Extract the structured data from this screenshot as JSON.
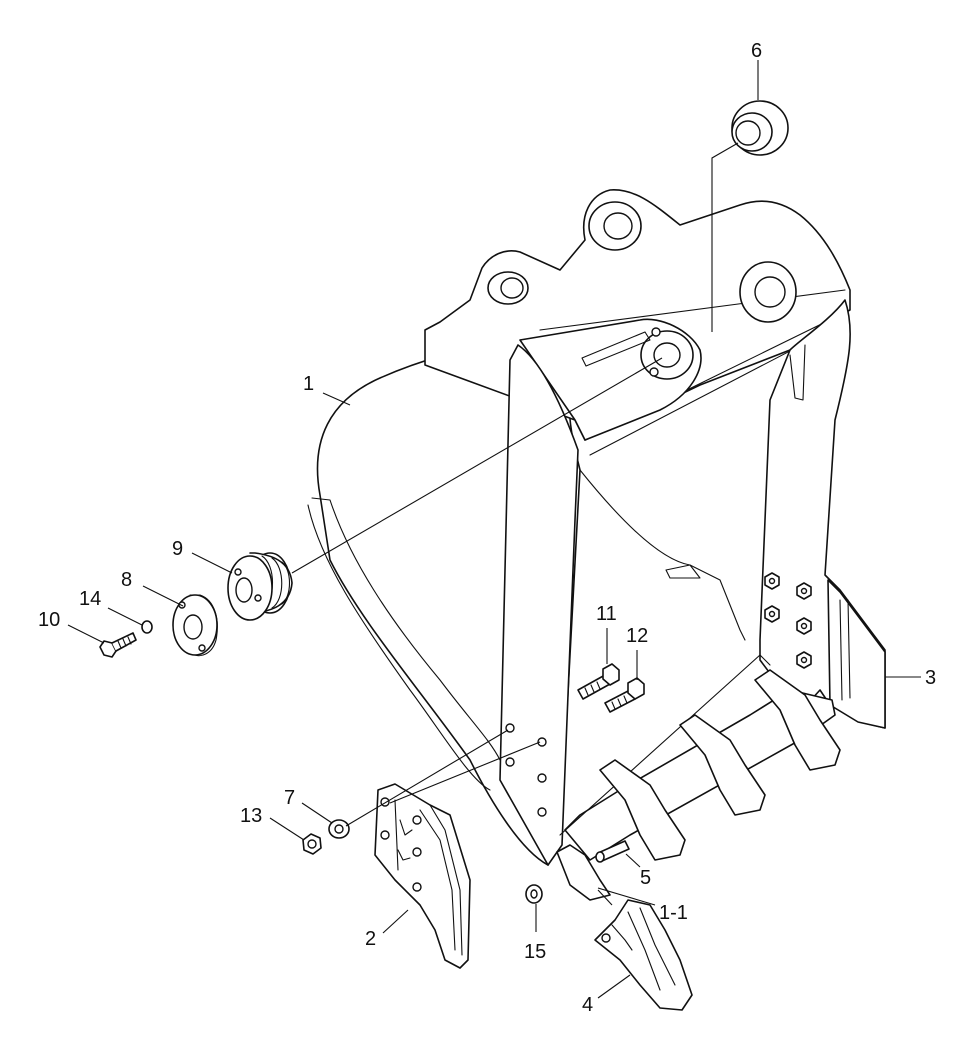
{
  "callouts": {
    "c1": "1",
    "c1_1": "1-1",
    "c2": "2",
    "c3": "3",
    "c4": "4",
    "c5": "5",
    "c6": "6",
    "c7": "7",
    "c8": "8",
    "c9": "9",
    "c10": "10",
    "c11": "11",
    "c12": "12",
    "c13": "13",
    "c14": "14",
    "c15": "15"
  }
}
